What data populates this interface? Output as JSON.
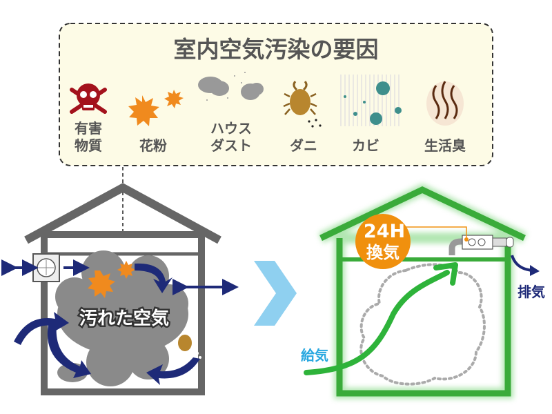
{
  "panel": {
    "title": "室内空気汚染の要因",
    "causes": [
      {
        "label_1": "有害",
        "label_2": "物質",
        "icon": "skull-crossbones-icon"
      },
      {
        "label_1": "花粉",
        "icon": "pollen-icon"
      },
      {
        "label_1": "ハウス",
        "label_2": "ダスト",
        "icon": "house-dust-icon"
      },
      {
        "label_1": "ダニ",
        "icon": "mite-icon"
      },
      {
        "label_1": "カビ",
        "icon": "mold-icon"
      },
      {
        "label_1": "生活臭",
        "icon": "odor-icon"
      }
    ]
  },
  "left_house": {
    "cloud_label": "汚れた空気"
  },
  "right_house": {
    "badge_line1": "24H",
    "badge_line2": "換気",
    "exhaust_label": "排気",
    "supply_label": "給気"
  },
  "colors": {
    "panel_bg": "#fdfbe6",
    "gray_house": "#666666",
    "green_house": "#3aab3a",
    "orange": "#f0900e",
    "navy": "#1e2a78",
    "supply_blue": "#29a8e0",
    "transition_arrow": "#8fd0f0"
  }
}
